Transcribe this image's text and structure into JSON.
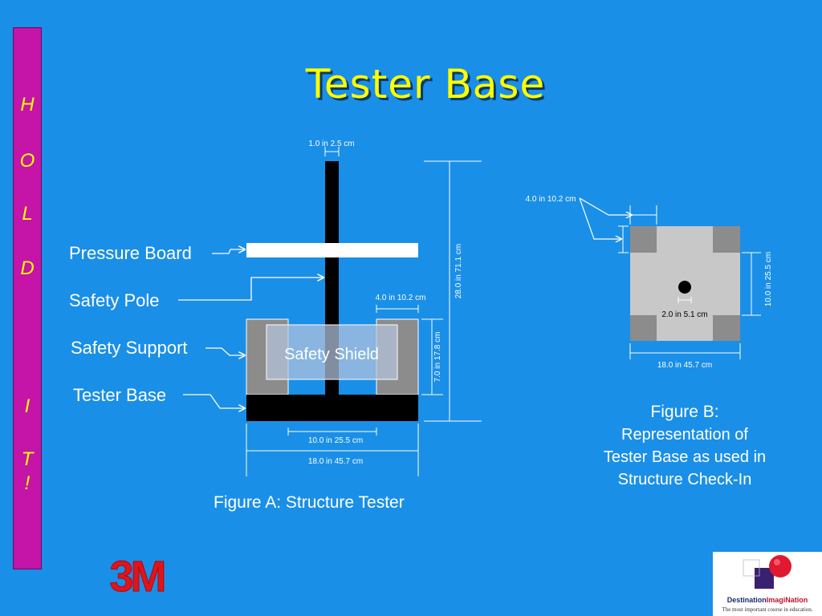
{
  "sidebar": {
    "letters": [
      "H",
      "O",
      "L",
      "D",
      "I",
      "T",
      "!"
    ]
  },
  "title": "Tester Base",
  "figure_a": {
    "caption": "Figure A: Structure Tester",
    "labels": {
      "pressure_board": "Pressure Board",
      "safety_pole": "Safety Pole",
      "safety_support": "Safety Support",
      "tester_base": "Tester Base",
      "safety_shield": "Safety Shield"
    },
    "dimensions": {
      "pole_width": "1.0 in 2.5 cm",
      "total_height": "28.0 in 71.1 cm",
      "support_width": "4.0 in 10.2 cm",
      "support_height": "7.0 in 17.8 cm",
      "inner_width": "10.0 in 25.5 cm",
      "base_width": "18.0 in 45.7 cm"
    }
  },
  "figure_b": {
    "caption_lines": [
      "Figure B:",
      "Representation of",
      "Tester Base as used in",
      "Structure Check-In"
    ],
    "dimensions": {
      "corner_size": "4.0 in 10.2 cm",
      "inner_height": "10.0 in 25.5 cm",
      "hole": "2.0 in 5.1 cm",
      "base_width": "18.0 in 45.7 cm"
    }
  },
  "logos": {
    "brand_3m": "3M",
    "destination_left": "Destination",
    "destination_right": "ImagiNation",
    "destination_tagline": "The most important course in education."
  },
  "colors": {
    "background": "#1a8fe8",
    "sidebar": "#c514a8",
    "title": "#ffff00",
    "support_gray": "#8c8c8c",
    "plate_gray": "#c8c8c8"
  }
}
